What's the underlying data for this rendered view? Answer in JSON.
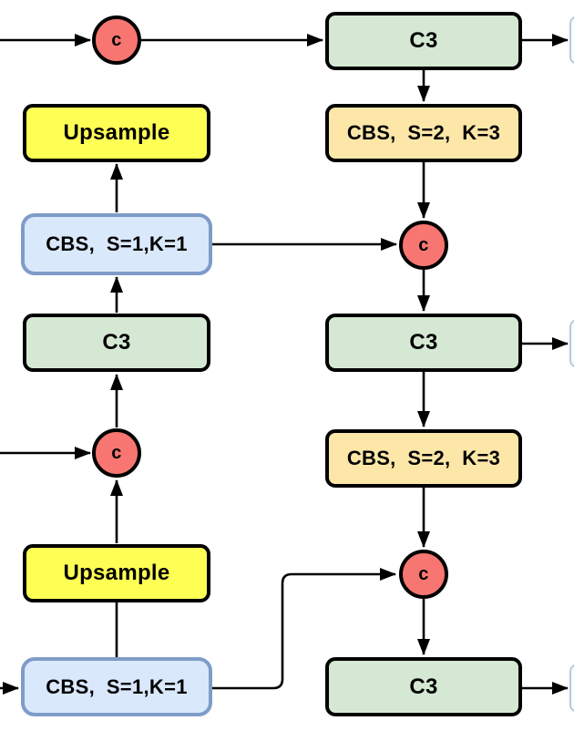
{
  "diagram": {
    "kind": "neural-network-architecture-flowchart",
    "nodes": {
      "concat_top_left": "c",
      "concat_mid_left": "c",
      "concat_mid_right": "c",
      "concat_bottom_right": "c",
      "upsample_top": "Upsample",
      "upsample_bottom": "Upsample",
      "cbs_pointwise_top": "CBS,  S=1,K=1",
      "cbs_pointwise_bottom": "CBS,  S=1,K=1",
      "cbs_stride_top": "CBS,  S=2,  K=3",
      "cbs_stride_bottom": "CBS,  S=2,  K=3",
      "c3_right_top": "C3",
      "c3_left_mid": "C3",
      "c3_right_mid": "C3",
      "c3_right_bottom": "C3"
    },
    "colors": {
      "c3_fill": "#D5E8D4",
      "upsample_fill": "#FEFF54",
      "cbs_stride_fill": "#FCE7A8",
      "cbs_pointwise_fill": "#DAE8FC",
      "cbs_pointwise_border": "#7E9CC8",
      "concat_fill": "#F87671",
      "line": "#000000"
    }
  }
}
